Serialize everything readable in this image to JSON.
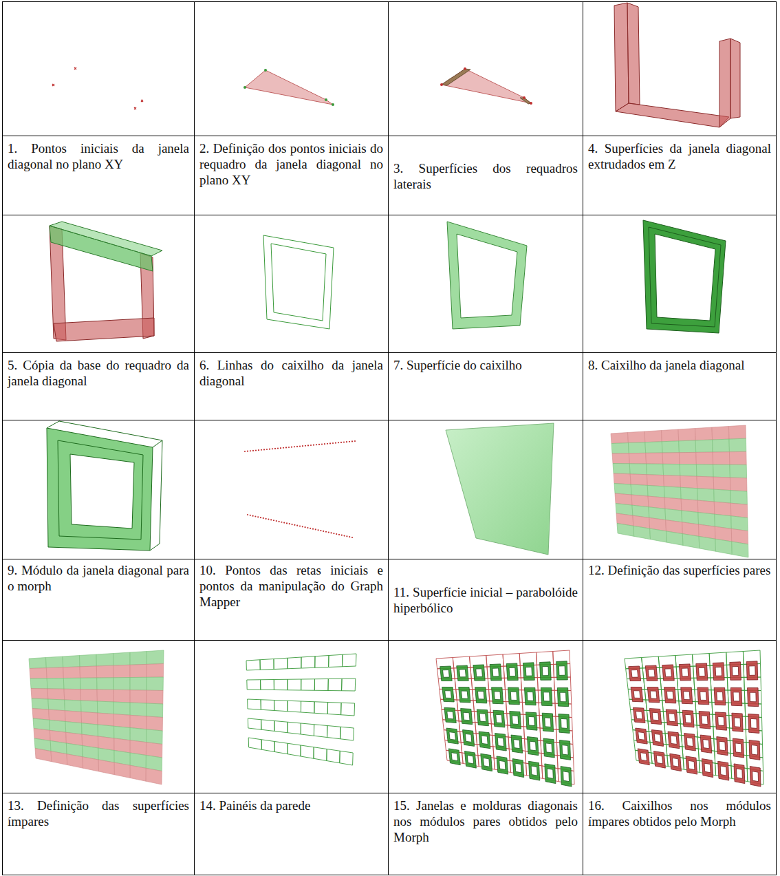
{
  "diagram": {
    "labels": [
      "1. Pontos iniciais da janela diagonal no plano XY",
      "2. Definição dos pontos iniciais do requadro da janela diagonal no plano XY",
      "3. Superfícies dos requadros laterais",
      "4. Superfícies da janela diagonal extrudados em Z",
      "5. Cópia da base do requadro da janela diagonal",
      "6. Linhas do caixilho da janela diagonal",
      "7. Superfície do caixilho",
      "8. Caixilho da janela diagonal",
      "9. Módulo da janela diagonal para o morph",
      "10. Pontos das retas iniciais e pontos da manipulação do Graph Mapper",
      "11. Superfície inicial – parabolóide hiperbólico",
      "12. Definição das superfícies pares",
      "13. Definição das superfícies ímpares",
      "14. Painéis da parede",
      "15. Janelas e molduras diagonais nos módulos pares obtidos pelo Morph",
      "16. Caixilhos nos módulos ímpares obtidos pelo Morph"
    ]
  }
}
